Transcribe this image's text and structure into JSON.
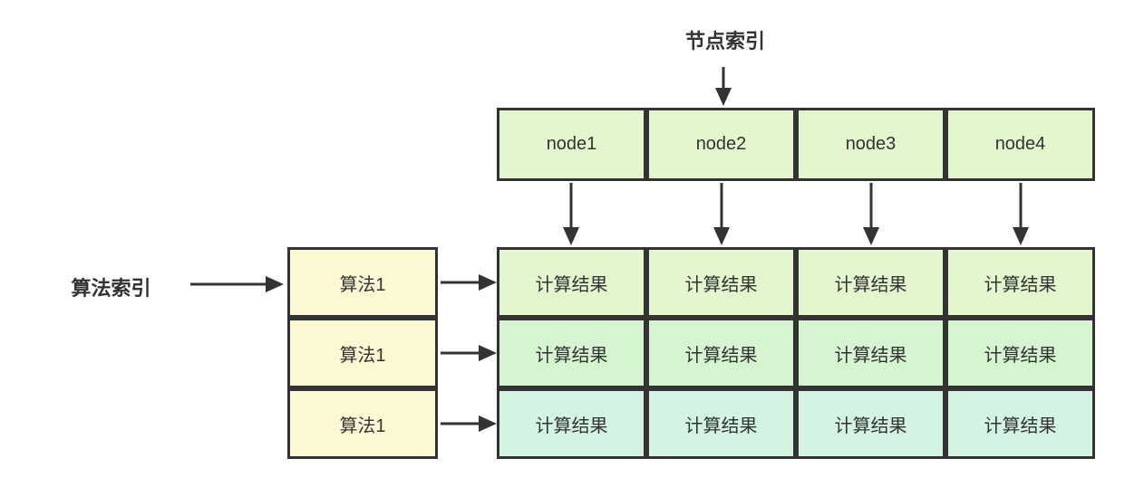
{
  "diagram": {
    "top_label": "节点索引",
    "left_label": "算法索引",
    "node_row": [
      "node1",
      "node2",
      "node3",
      "node4"
    ],
    "algo_column": [
      "算法1",
      "算法1",
      "算法1"
    ],
    "result_grid": [
      [
        "计算结果",
        "计算结果",
        "计算结果",
        "计算结果"
      ],
      [
        "计算结果",
        "计算结果",
        "计算结果",
        "计算结果"
      ],
      [
        "计算结果",
        "计算结果",
        "计算结果",
        "计算结果"
      ]
    ],
    "colors": {
      "border": "#333333",
      "text": "#333333",
      "arrow": "#333333",
      "node-fill": "#e3f6cd",
      "row1-fill": "#e3f6cd",
      "row2-fill": "#d6f4d1",
      "row3-fill": "#d3f3e3",
      "algo-fill": "#fbf8d3",
      "background": "#ffffff"
    }
  }
}
